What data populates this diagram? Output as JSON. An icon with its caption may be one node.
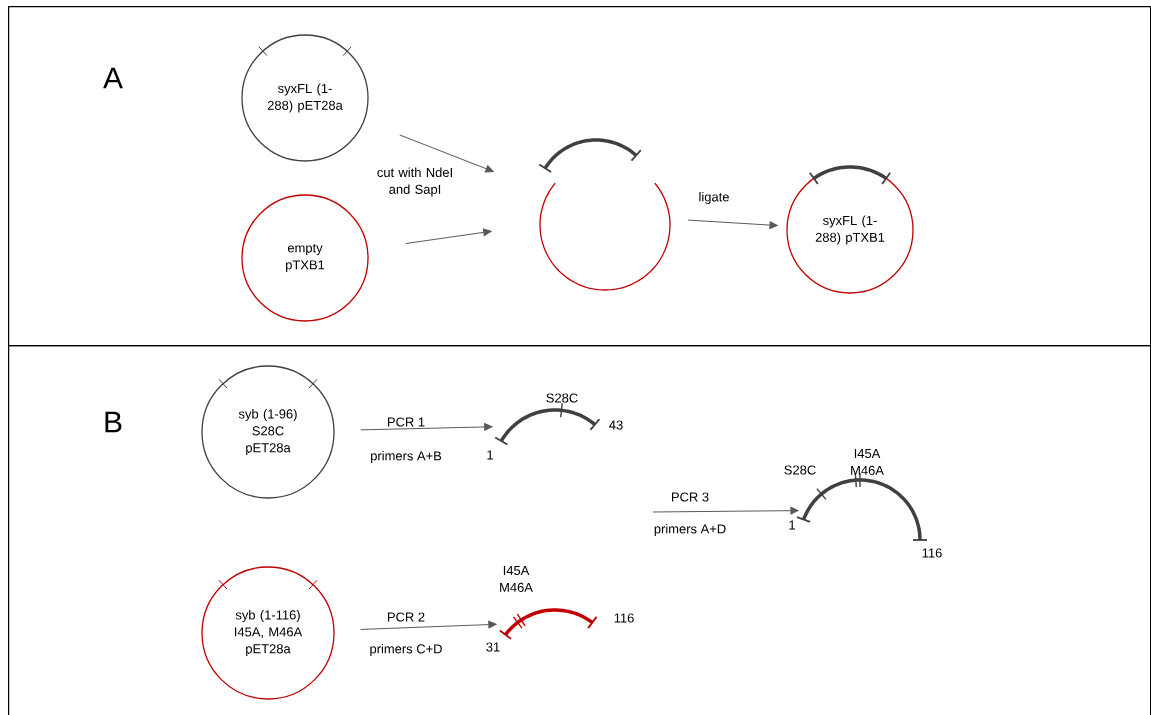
{
  "diagram": {
    "nodes": [
      {
        "text": [
          "A"
        ]
      },
      {
        "text": [
          "syxFL (1-288) pET28a"
        ],
        "in": 0
      },
      {
        "text": [
          "empty pTXB1"
        ],
        "in": 0
      },
      {
        "text": [],
        "shape": "picture",
        "in": 0
      },
      {
        "text": [
          "syxFL (1-288) pTXB1"
        ],
        "in": 0
      },
      {
        "text": [
          "B"
        ]
      },
      {
        "text": [
          "syb (1-96) S28C pET28a"
        ],
        "in": 5
      },
      {
        "text": [
          "S28C",
          "1",
          "43"
        ],
        "in": 5
      },
      {
        "text": [
          "I45A M46A",
          "S28C",
          "1",
          "116"
        ],
        "in": 5
      },
      {
        "text": [
          "syb (1-116) I45A, M46A pET28a"
        ],
        "in": 5
      },
      {
        "text": [
          "I45A M46A",
          "31",
          "116"
        ],
        "in": 5
      }
    ],
    "edges": [
      {
        "from": 1,
        "to": 3,
        "arrow": "to"
      },
      {
        "from": 2,
        "to": 3,
        "arrow": "to"
      },
      {
        "from": 3,
        "to": 4,
        "arrow": "to",
        "label": "ligate"
      },
      {
        "from": 6,
        "to": 7,
        "arrow": "to",
        "label": "PCR 1"
      },
      {
        "from": null,
        "to": 8,
        "arrow": "to",
        "label": "PCR 3"
      },
      {
        "from": 9,
        "to": 10,
        "arrow": "to",
        "label": "PCR 2"
      }
    ],
    "labels": [
      "cut with NdeI and SapI",
      "primers A+B",
      "primers A+D",
      "primers C+D"
    ]
  }
}
